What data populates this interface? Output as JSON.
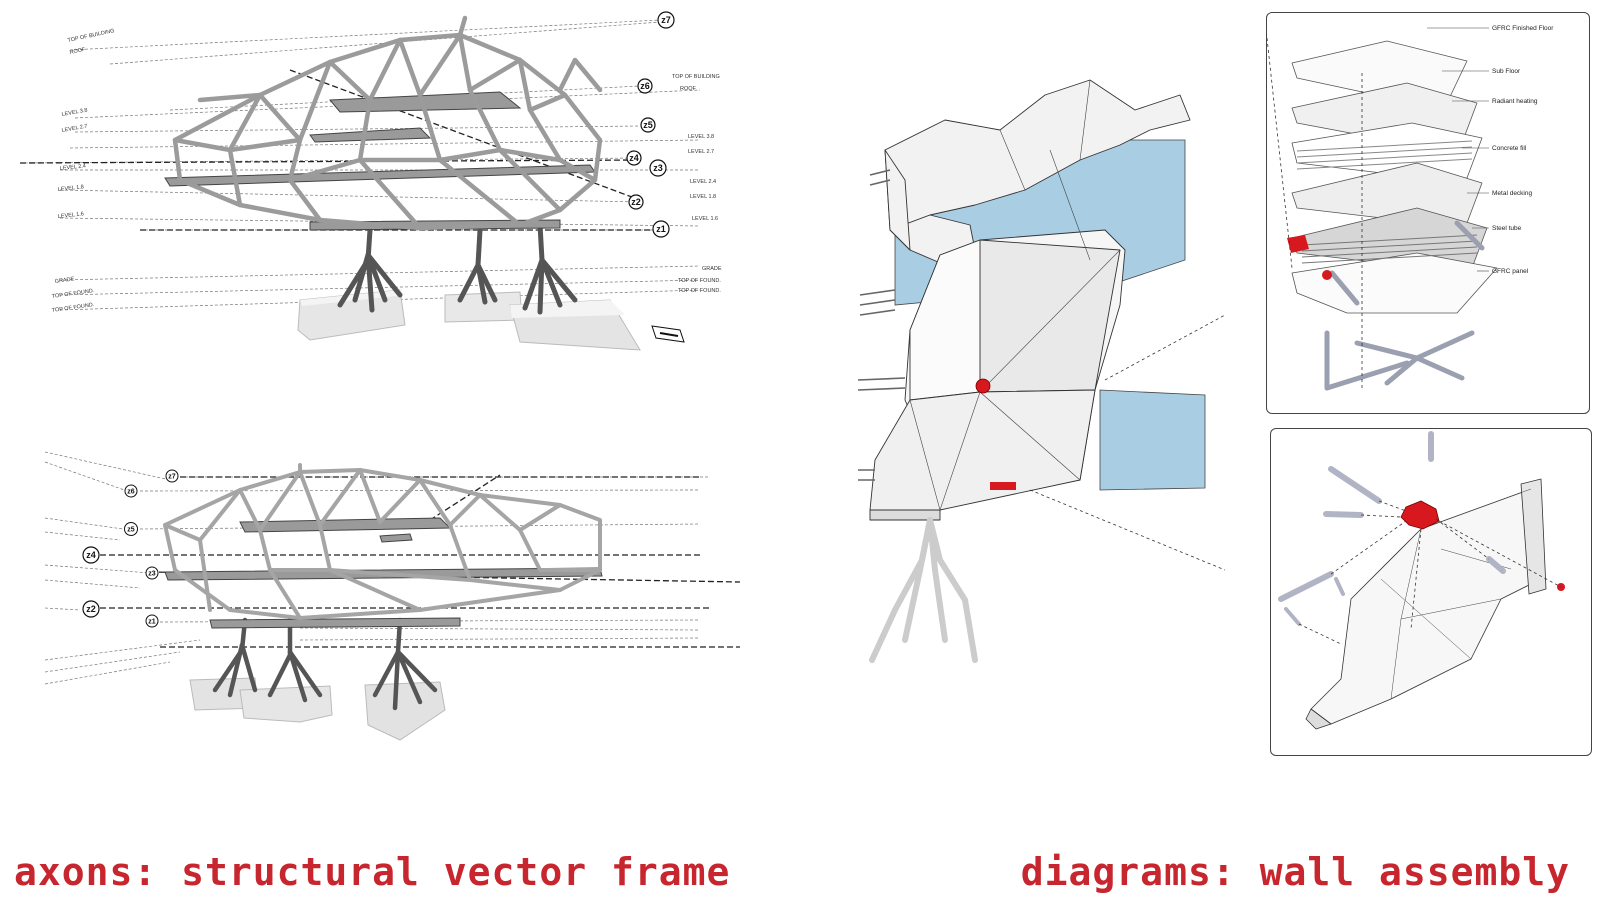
{
  "captions": {
    "left": "axons: structural vector frame",
    "right": "diagrams: wall assembly"
  },
  "axon_top": {
    "left_labels": [
      "TOP OF BUILDING",
      "ROOF",
      "LEVEL 3.8",
      "LEVEL 2.7",
      "LEVEL 2.4",
      "LEVEL 1.8",
      "LEVEL 1.6",
      "GRADE",
      "TOP OF FOUND.",
      "TOP OF FOUND."
    ],
    "right_labels": [
      "TOP OF BUILDING",
      "ROOF",
      "LEVEL 3.8",
      "LEVEL 2.7",
      "LEVEL 2.4",
      "LEVEL 1.8",
      "LEVEL 1.6",
      "GRADE",
      "TOP OF FOUND.",
      "TOP OF FOUND."
    ],
    "zones": [
      "z7",
      "z6",
      "z5",
      "z4",
      "z3",
      "z2",
      "z1"
    ]
  },
  "axon_bottom": {
    "zones": [
      "z7",
      "z6",
      "z5",
      "z4",
      "z3",
      "z2",
      "z1"
    ]
  },
  "assembly_layers": [
    "GFRC Finished Floor",
    "Sub Floor",
    "Radiant heating",
    "Concrete fill",
    "Metal decking",
    "Steel tube",
    "GFRC panel"
  ],
  "colors": {
    "accent_red": "#c8262e",
    "glass_blue": "#a9cde2",
    "steel_grey": "#8a8a8a"
  }
}
